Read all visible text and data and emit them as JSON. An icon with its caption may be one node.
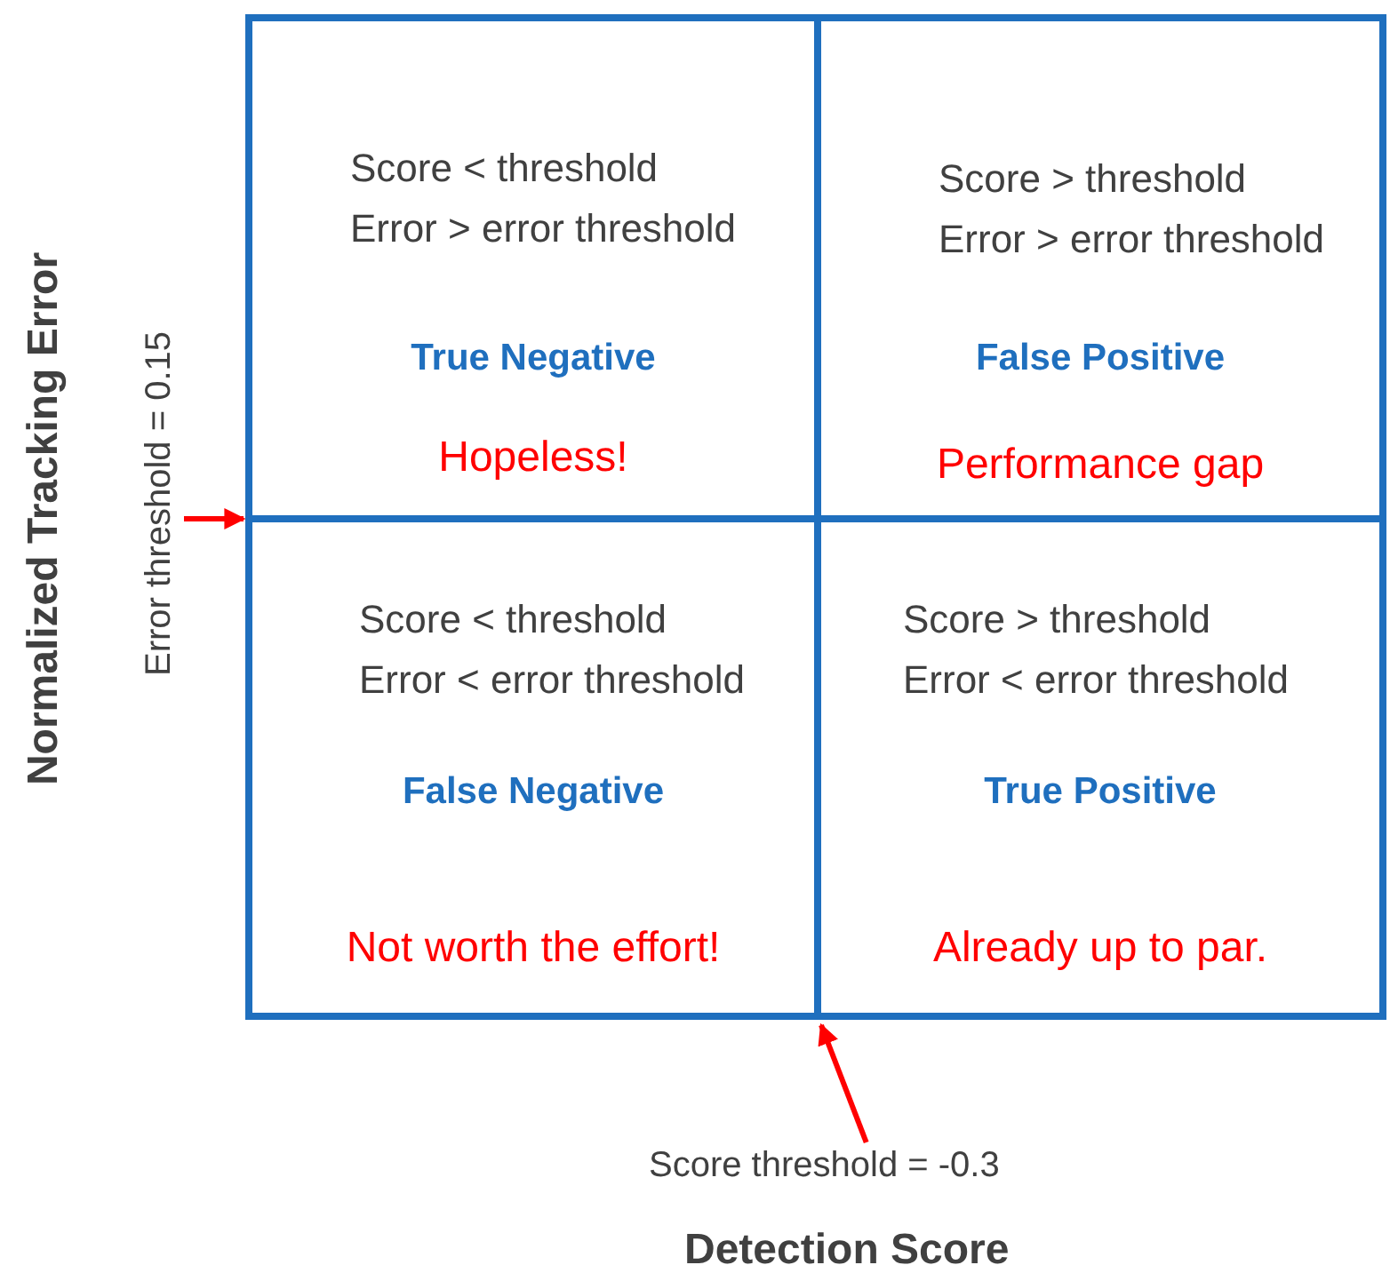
{
  "diagram": {
    "nodes": [
      {
        "text": [
          "Score < threshold",
          "Error > error threshold",
          "True Negative",
          "Hopeless!"
        ]
      },
      {
        "text": [
          "Score > threshold",
          "Error > error threshold",
          "False Positive",
          "Performance gap"
        ]
      },
      {
        "text": [
          "Score < threshold",
          "Error < error threshold",
          "False Negative",
          "Not worth the effort!"
        ]
      },
      {
        "text": [
          "Score > threshold",
          "Error < error threshold",
          "True Positive",
          "Already up to par."
        ]
      },
      {
        "text": [
          "Error threshold = 0.15"
        ]
      },
      {
        "text": [
          "Score threshold = -0.3"
        ]
      }
    ],
    "edges": [
      {
        "from": 4,
        "to": 2,
        "arrow": "to"
      },
      {
        "from": 5,
        "to": 3,
        "arrow": "to"
      }
    ],
    "labels": [
      "Normalized Tracking Error",
      "Detection Score"
    ]
  }
}
